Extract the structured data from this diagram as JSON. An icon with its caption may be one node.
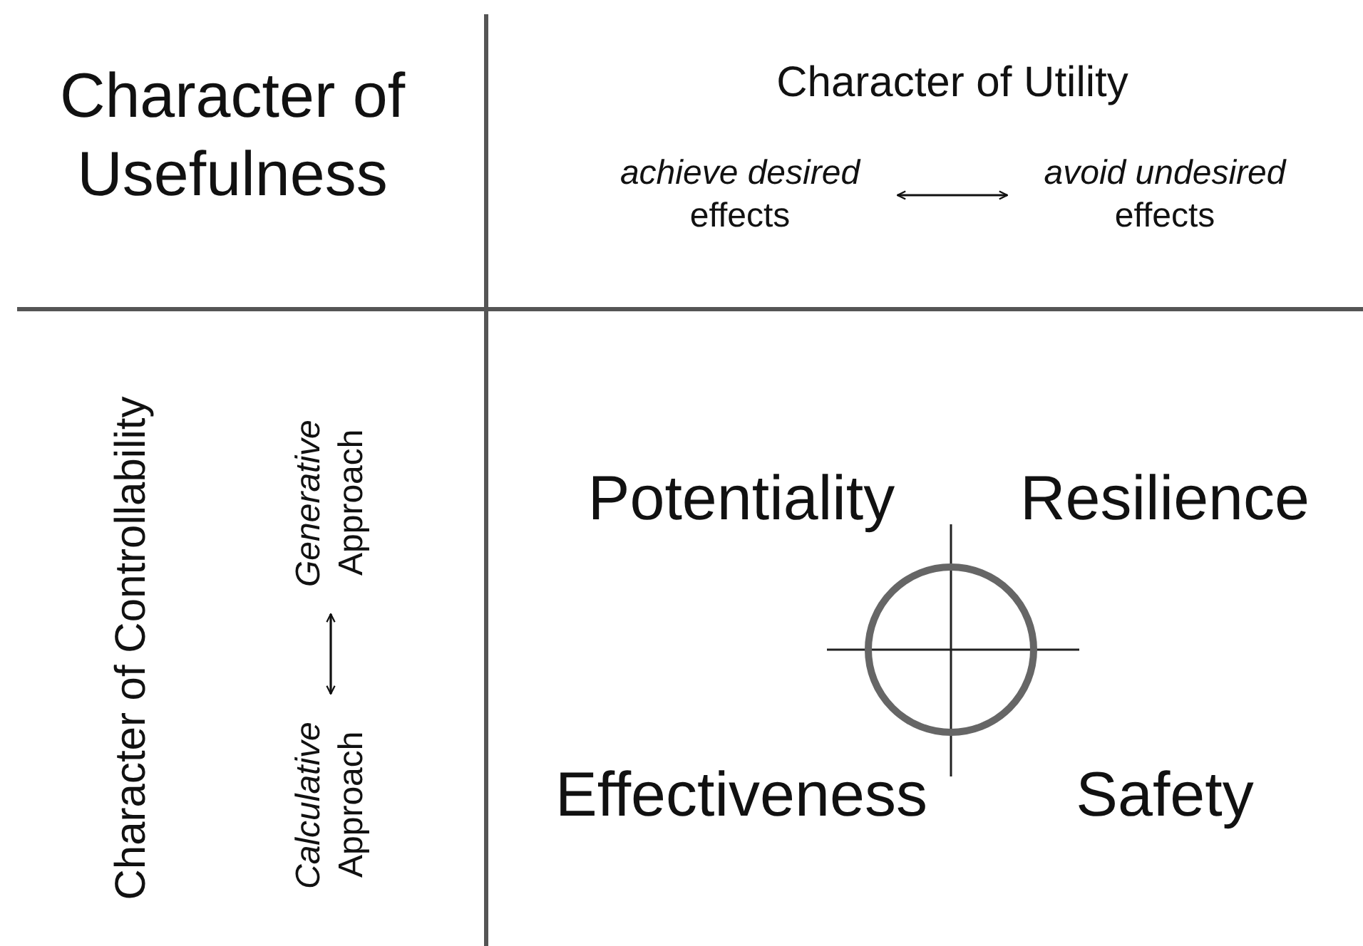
{
  "diagram": {
    "nodes": [
      {
        "text": [
          "*achieve desired* effects"
        ]
      },
      {
        "text": [
          "*avoid undesired* effects"
        ]
      },
      {
        "text": [
          "*Generative* Approach"
        ]
      },
      {
        "text": [
          "*Calculative* Approach"
        ]
      }
    ],
    "edges": [
      {
        "from": 0,
        "to": 1,
        "arrow": "both"
      },
      {
        "from": 2,
        "to": 3,
        "arrow": "both"
      }
    ],
    "labels": [
      "Character of Usefulness",
      "Character of Utility",
      "Character of Controllability",
      "Potentiality",
      "Resilience",
      "Effectiveness",
      "Safety"
    ]
  }
}
